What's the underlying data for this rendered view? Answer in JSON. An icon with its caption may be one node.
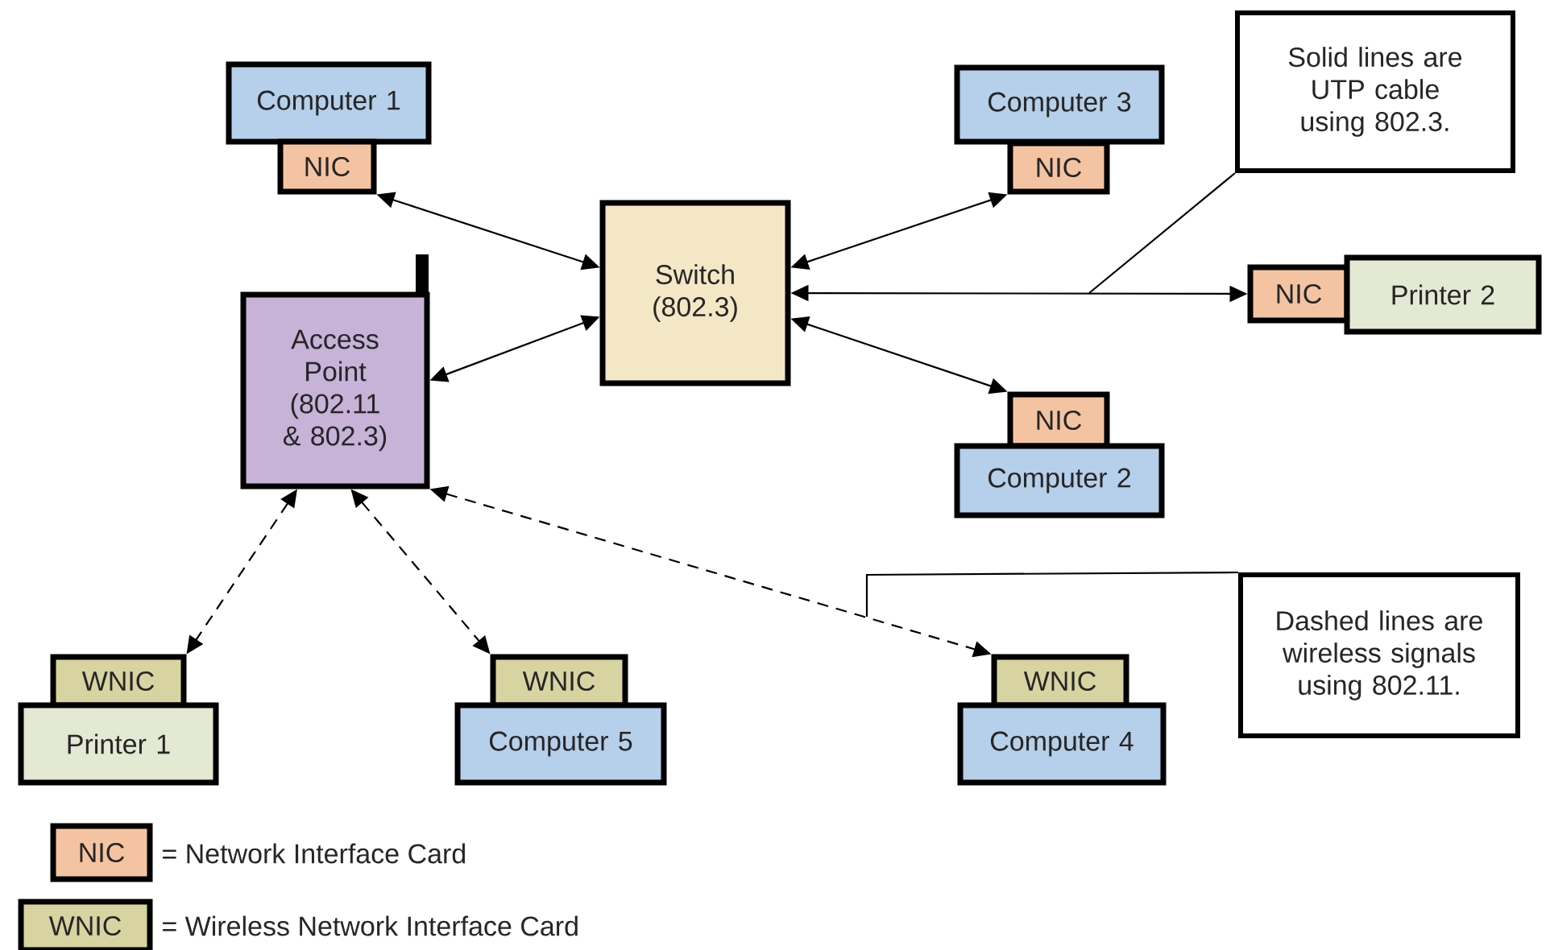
{
  "diagram": {
    "nodes": [
      {
        "text": [
          "Computer 1"
        ]
      },
      {
        "text": [
          "NIC"
        ]
      },
      {
        "text": [
          "Computer 3"
        ]
      },
      {
        "text": [
          "NIC"
        ]
      },
      {
        "text": [
          "Switch (802.3)"
        ]
      },
      {
        "text": [
          "Access Point (802.11 & 802.3)"
        ]
      },
      {
        "text": [
          "Solid lines are UTP cable using 802.3."
        ]
      },
      {
        "text": [
          "NIC"
        ]
      },
      {
        "text": [
          "Printer 2"
        ]
      },
      {
        "text": [
          "NIC"
        ]
      },
      {
        "text": [
          "Computer 2"
        ]
      },
      {
        "text": [
          "WNIC"
        ]
      },
      {
        "text": [
          "Printer 1"
        ]
      },
      {
        "text": [
          "WNIC"
        ]
      },
      {
        "text": [
          "Computer 5"
        ]
      },
      {
        "text": [
          "WNIC"
        ]
      },
      {
        "text": [
          "Computer 4"
        ]
      },
      {
        "text": [
          "Dashed lines are wireless signals using 802.11."
        ]
      }
    ],
    "edges": [
      {
        "from": 4,
        "to": 1,
        "arrow": "both"
      },
      {
        "from": 4,
        "to": 5,
        "arrow": "both"
      },
      {
        "from": 4,
        "to": 3,
        "arrow": "both"
      },
      {
        "from": 4,
        "to": 7,
        "arrow": "both"
      },
      {
        "from": 4,
        "to": 9,
        "arrow": "both"
      },
      {
        "from": 5,
        "to": 11,
        "arrow": "both",
        "style": "dashed"
      },
      {
        "from": 5,
        "to": 13,
        "arrow": "both",
        "style": "dashed"
      },
      {
        "from": 5,
        "to": 15,
        "arrow": "both",
        "style": "dashed"
      },
      {
        "from": 6,
        "to": null,
        "arrow": "none"
      },
      {
        "from": 17,
        "to": null,
        "arrow": "none"
      }
    ],
    "labels": [
      "NIC",
      "WNIC"
    ],
    "legend": [
      {
        "text": "= Network Interface Card",
        "color": "#f4c4a2"
      },
      {
        "text": "= Wireless Network Interface Card",
        "color": "#d8d4a2"
      }
    ]
  }
}
